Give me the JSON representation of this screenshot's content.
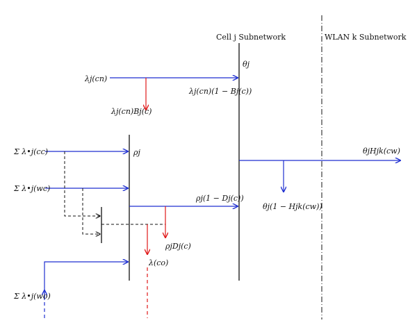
{
  "headers": {
    "cell": "Cell j  Subnetwork",
    "wlan": "WLAN k  Subnetwork"
  },
  "labels": {
    "lambda_cn": "λj(cn)",
    "lambda_cn_block": "λj(cn)Bj(c)",
    "lambda_cn_pass": "λj(cn)(1 − Bj(c))",
    "theta": "θj",
    "theta_H": "θjHjk(cw)",
    "theta_1mH": "θj(1 − Hjk(cw))",
    "sum_cc": "Σ λ•j(cc)",
    "sum_wc": "Σ λ•j(wc)",
    "sum_wo": "Σ λ•j(wo)",
    "rho": "ρj",
    "rho_1mD": "ρj(1 − Dj(c))",
    "rho_D": "ρjDj(c)",
    "lambda_co": "λ(co)"
  },
  "colors": {
    "flow": "#1f2fd0",
    "loss": "#e01818",
    "bar": "#111111",
    "dashed": "#111111"
  }
}
